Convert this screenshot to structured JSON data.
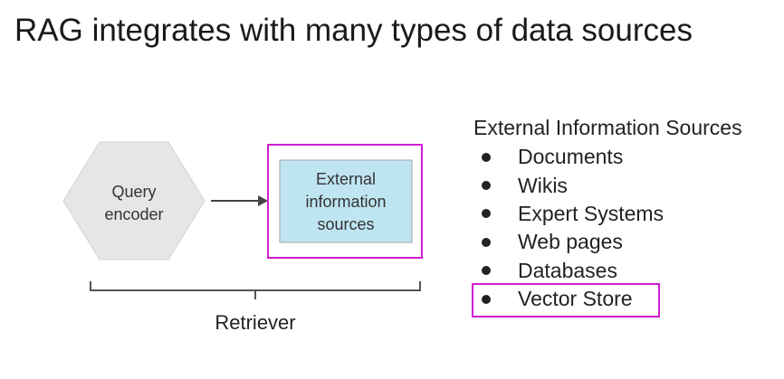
{
  "title": "RAG integrates with many types of data sources",
  "diagram": {
    "encoder_label_line1": "Query",
    "encoder_label_line2": "encoder",
    "external_box_line1": "External",
    "external_box_line2": "information",
    "external_box_line3": "sources",
    "retriever_label": "Retriever"
  },
  "sources": {
    "heading": "External Information Sources",
    "items": [
      "Documents",
      "Wikis",
      "Expert Systems",
      "Web pages",
      "Databases",
      "Vector Store"
    ],
    "highlighted_item": "Vector Store"
  },
  "colors": {
    "highlight": "#d01cd3",
    "hexagon_fill": "#e6e6e6",
    "external_box_fill": "#bfe5f2"
  }
}
